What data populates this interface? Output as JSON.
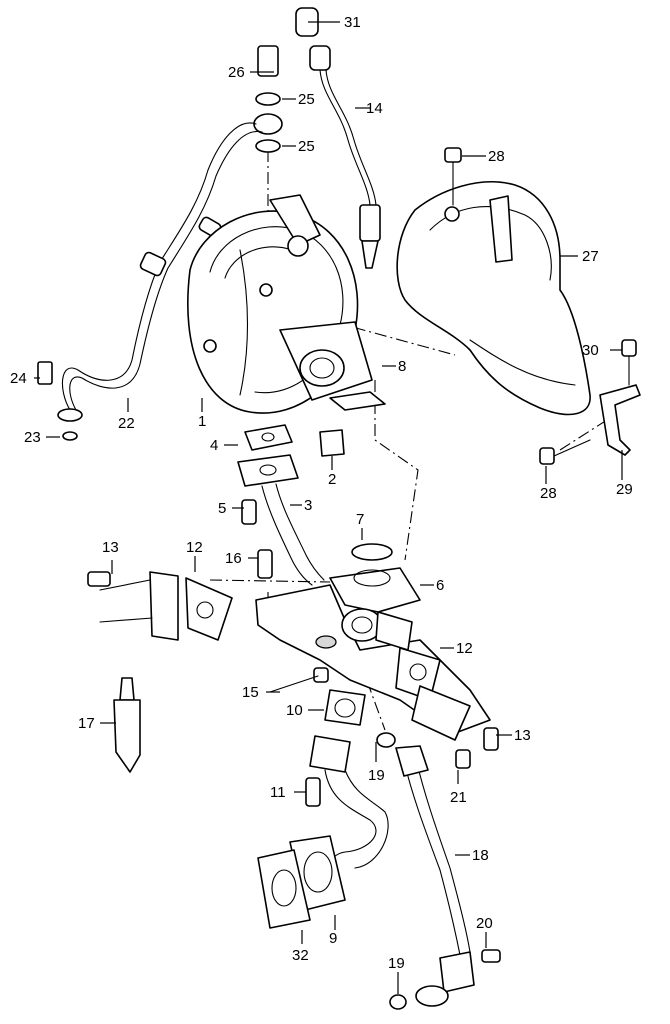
{
  "diagram": {
    "callouts": [
      {
        "id": "c1",
        "text": "1"
      },
      {
        "id": "c2",
        "text": "2"
      },
      {
        "id": "c3",
        "text": "3"
      },
      {
        "id": "c4",
        "text": "4"
      },
      {
        "id": "c5",
        "text": "5"
      },
      {
        "id": "c6",
        "text": "6"
      },
      {
        "id": "c7",
        "text": "7"
      },
      {
        "id": "c8",
        "text": "8"
      },
      {
        "id": "c9",
        "text": "9"
      },
      {
        "id": "c10",
        "text": "10"
      },
      {
        "id": "c11",
        "text": "11"
      },
      {
        "id": "c12a",
        "text": "12"
      },
      {
        "id": "c12b",
        "text": "12"
      },
      {
        "id": "c13a",
        "text": "13"
      },
      {
        "id": "c13b",
        "text": "13"
      },
      {
        "id": "c14",
        "text": "14"
      },
      {
        "id": "c15",
        "text": "15"
      },
      {
        "id": "c16",
        "text": "16"
      },
      {
        "id": "c17",
        "text": "17"
      },
      {
        "id": "c18",
        "text": "18"
      },
      {
        "id": "c19a",
        "text": "19"
      },
      {
        "id": "c19b",
        "text": "19"
      },
      {
        "id": "c20",
        "text": "20"
      },
      {
        "id": "c21",
        "text": "21"
      },
      {
        "id": "c22",
        "text": "22"
      },
      {
        "id": "c23",
        "text": "23"
      },
      {
        "id": "c24",
        "text": "24"
      },
      {
        "id": "c25a",
        "text": "25"
      },
      {
        "id": "c25b",
        "text": "25"
      },
      {
        "id": "c26",
        "text": "26"
      },
      {
        "id": "c27",
        "text": "27"
      },
      {
        "id": "c28a",
        "text": "28"
      },
      {
        "id": "c28b",
        "text": "28"
      },
      {
        "id": "c29",
        "text": "29"
      },
      {
        "id": "c30",
        "text": "30"
      },
      {
        "id": "c31",
        "text": "31"
      },
      {
        "id": "c32",
        "text": "32"
      }
    ]
  }
}
